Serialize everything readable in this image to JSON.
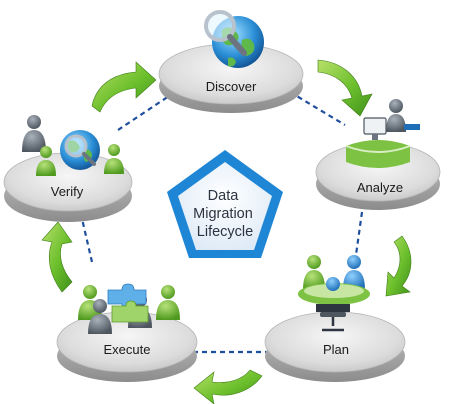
{
  "diagram": {
    "center": {
      "lines": [
        "Data",
        "Migration",
        "Lifecycle"
      ],
      "border_color": "#1f86d6",
      "fill_color": "#eaf2fb"
    },
    "stages": [
      {
        "id": "discover",
        "label": "Discover",
        "icon": "globe-magnifier-icon"
      },
      {
        "id": "analyze",
        "label": "Analyze",
        "icon": "analyst-at-desk-icon"
      },
      {
        "id": "plan",
        "label": "Plan",
        "icon": "planning-meeting-icon"
      },
      {
        "id": "execute",
        "label": "Execute",
        "icon": "puzzle-team-icon"
      },
      {
        "id": "verify",
        "label": "Verify",
        "icon": "globe-inspection-icon"
      }
    ],
    "flow": "clockwise",
    "arrow_color": "#6cbf2c",
    "connector_color": "#1f4e9c",
    "accent_green": "#7dc242",
    "figure_gray": "#6b7480"
  }
}
